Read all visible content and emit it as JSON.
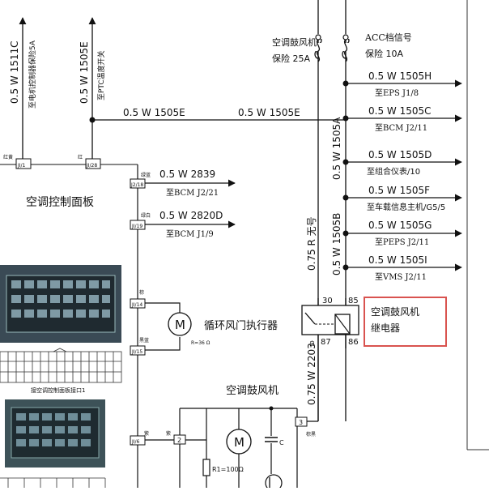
{
  "wires": {
    "w1511c": "0.5  W  1511C",
    "to_ecu_fuse": "至电机控制器保险5A",
    "w1505e_v": "0.5  W  1505E",
    "to_ptc_switch": "至PTC温度开关",
    "w1505e_left": "0.5  W  1505E",
    "w1505e_right": "0.5  W  1505E",
    "w1505h": "0.5  W  1505H",
    "to_eps": "至EPS  J1/8",
    "w1505c": "0.5  W  1505C",
    "to_bcm_j2_11": "至BCM  J2/11",
    "w1505a": "0.5  W  1505A",
    "w1505d": "0.5  W  1505D",
    "to_cluster": "至组合仪表/10",
    "w1505f": "0.5  W  1505F",
    "to_infotainment": "至车载信息主机/G5/5",
    "w1505b": "0.5  W  1505B",
    "w1505g": "0.5  W  1505G",
    "to_peps": "至PEPS  J2/11",
    "w1505i": "0.5  W  1505I",
    "to_vms": "至VMS  J2/11",
    "r_none": "0.75  R  无号",
    "w2839": "0.5  W  2839",
    "to_bcm_j2_21": "至BCM  J2/21",
    "w2820d": "0.5  W  2820D",
    "to_bcm_j1_9": "至BCM  J1/9",
    "w2203": "0.75  W  2203"
  },
  "fuses": {
    "blower_name": "空调鼓风机",
    "blower_rating": "保险  25A",
    "acc_name": "ACC档信号",
    "acc_rating": "保险  10A"
  },
  "panel": {
    "title": "空调控制面板",
    "pin_ji1": "JI/1",
    "pin_ji28": "JI/28",
    "pin_j218": "J2/18",
    "pin_ji19": "JI/19",
    "pin_ji14": "JI/14",
    "pin_ji15": "JI/15",
    "pin_ji6": "JI/6",
    "color_redyellow": "红黄",
    "color_red": "红",
    "color_greenblue": "绿蓝",
    "color_greenwhite": "绿白",
    "color_brown": "棕",
    "color_blackblue": "黑蓝",
    "color_purple": "紫",
    "connector_caption": "接空调控制面板接口1"
  },
  "actuator": {
    "name": "循环风门执行器",
    "motor": "M",
    "resistance": "R=36 Ω"
  },
  "relay": {
    "pin30": "30",
    "pin85": "85",
    "pin87": "87",
    "pin86": "86",
    "label_line1": "空调鼓风机",
    "label_line2": "继电器",
    "small": "白"
  },
  "blower": {
    "title": "空调鼓风机",
    "motor": "M",
    "cap": "C",
    "resistor": "R1=100Ω",
    "pin2": "2",
    "pin3": "3",
    "color_purple": "紫",
    "color_brownblack": "棕黑"
  },
  "colors": {
    "highlight": "#d9534f",
    "line": "#111111"
  }
}
